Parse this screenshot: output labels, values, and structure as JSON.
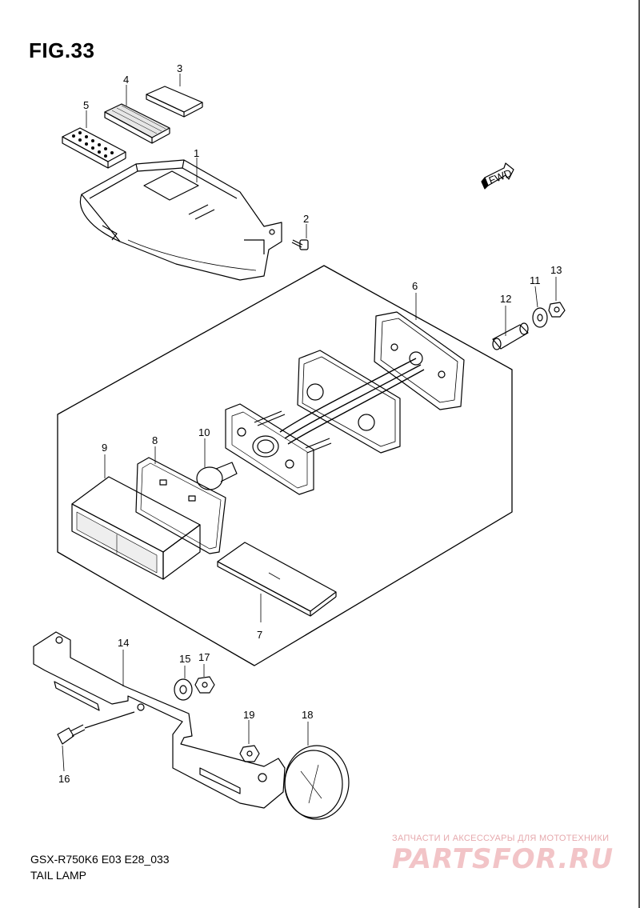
{
  "figure": {
    "title": "FIG.33",
    "model_code": "GSX-R750K6 E03 E28_033",
    "part_name": "TAIL LAMP",
    "fwd_label": "FWD"
  },
  "callouts": [
    "1",
    "2",
    "3",
    "4",
    "5",
    "6",
    "7",
    "8",
    "9",
    "10",
    "11",
    "12",
    "13",
    "14",
    "15",
    "16",
    "17",
    "18",
    "19"
  ],
  "watermark": {
    "tagline": "ЗАПЧАСТИ И АКСЕССУАРЫ ДЛЯ МОТОТЕХНИКИ",
    "logo": "PARTSFOR.RU"
  }
}
